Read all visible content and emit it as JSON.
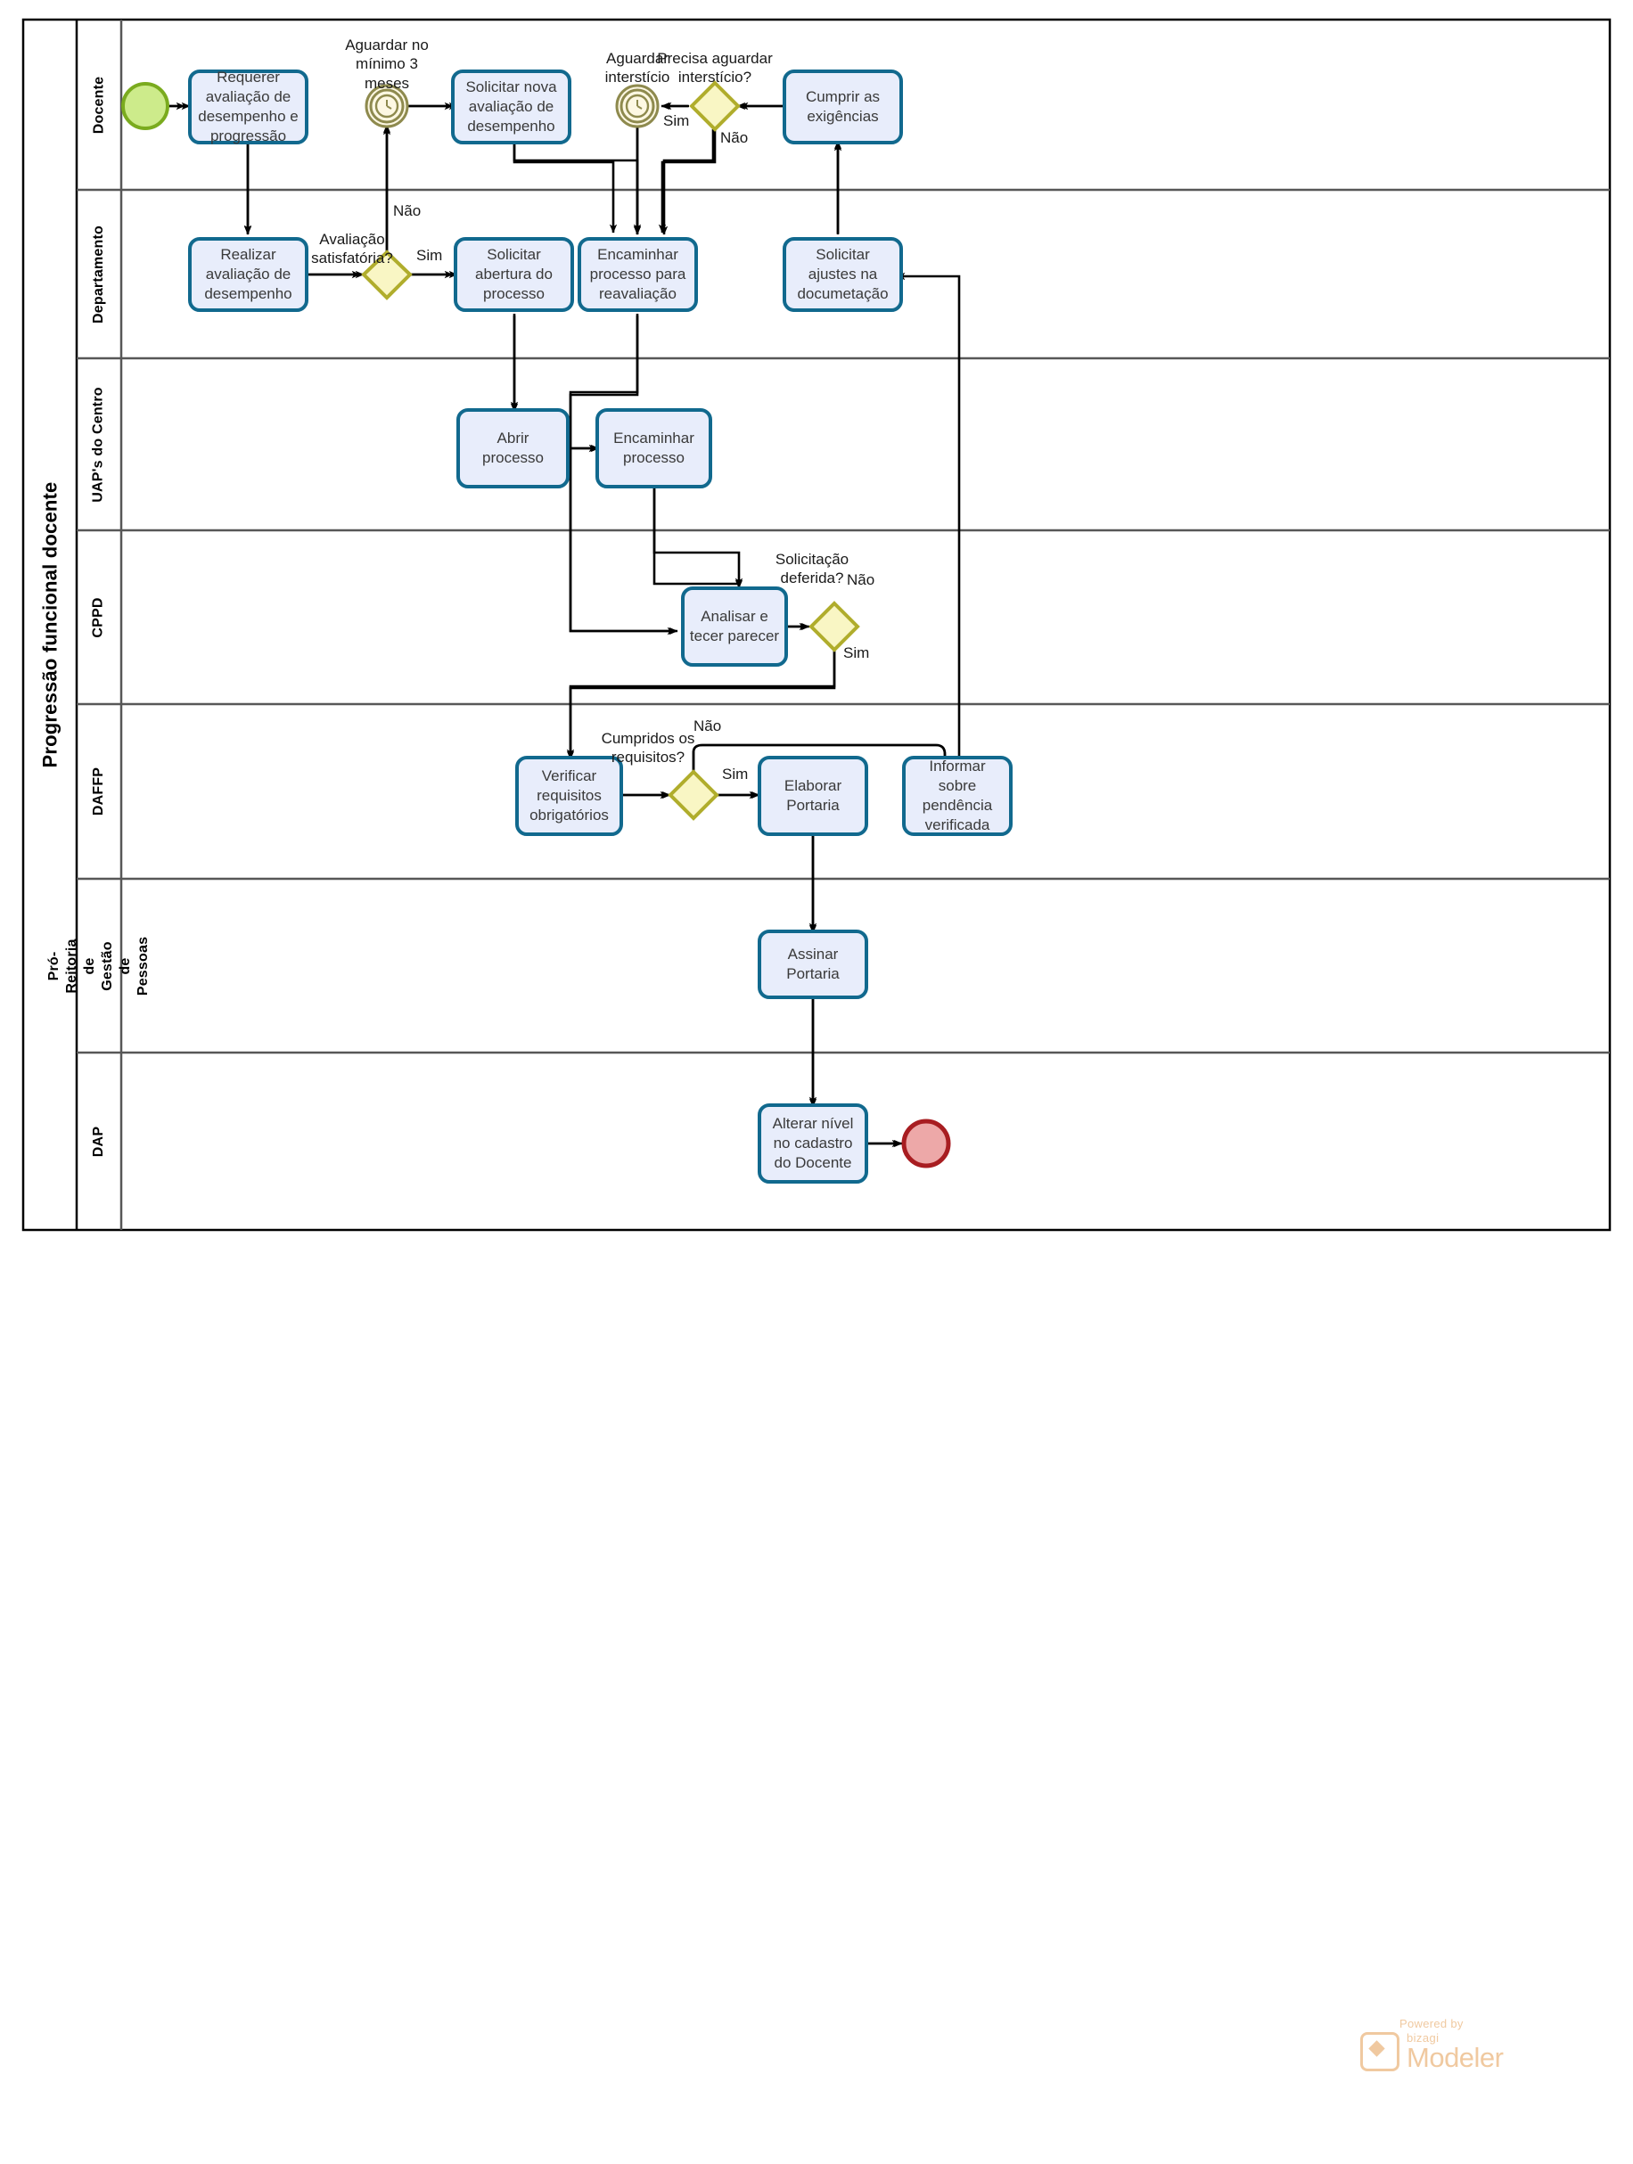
{
  "pool": {
    "title": "Progressão funcional docente"
  },
  "lanes": [
    {
      "id": "docente",
      "label": "Docente"
    },
    {
      "id": "departamento",
      "label": "Departamento"
    },
    {
      "id": "uaps",
      "label": "UAP's do Centro"
    },
    {
      "id": "cppd",
      "label": "CPPD"
    },
    {
      "id": "daffp",
      "label": "DAFFP"
    },
    {
      "id": "prgp",
      "label": "Pró-Reitoria de Gestão de Pessoas"
    },
    {
      "id": "dap",
      "label": "DAP"
    }
  ],
  "events": [
    {
      "id": "start",
      "type": "start-event",
      "lane": "docente",
      "label": ""
    },
    {
      "id": "timer1",
      "type": "timer-event",
      "lane": "docente",
      "label": "Aguardar no mínimo 3 meses"
    },
    {
      "id": "timer2",
      "type": "timer-event",
      "lane": "docente",
      "label": "Aguardar interstício"
    },
    {
      "id": "end",
      "type": "end-event",
      "lane": "dap",
      "label": ""
    }
  ],
  "tasks": [
    {
      "id": "t1",
      "lane": "docente",
      "label": "Requerer avaliação de desempenho e progressão"
    },
    {
      "id": "t2",
      "lane": "docente",
      "label": "Solicitar nova avaliação de desempenho"
    },
    {
      "id": "t3",
      "lane": "docente",
      "label": "Cumprir as exigências"
    },
    {
      "id": "t4",
      "lane": "departamento",
      "label": "Realizar avaliação de desempenho"
    },
    {
      "id": "t5",
      "lane": "departamento",
      "label": "Solicitar abertura do processo"
    },
    {
      "id": "t6",
      "lane": "departamento",
      "label": "Encaminhar processo para reavaliação"
    },
    {
      "id": "t7",
      "lane": "departamento",
      "label": "Solicitar ajustes na documetação"
    },
    {
      "id": "t8",
      "lane": "uaps",
      "label": "Abrir processo"
    },
    {
      "id": "t9",
      "lane": "uaps",
      "label": "Encaminhar processo"
    },
    {
      "id": "t10",
      "lane": "cppd",
      "label": "Analisar e tecer parecer"
    },
    {
      "id": "t11",
      "lane": "daffp",
      "label": "Verificar requisitos obrigatórios"
    },
    {
      "id": "t12",
      "lane": "daffp",
      "label": "Elaborar Portaria"
    },
    {
      "id": "t13",
      "lane": "daffp",
      "label": "Informar sobre pendência verificada"
    },
    {
      "id": "t14",
      "lane": "prgp",
      "label": "Assinar Portaria"
    },
    {
      "id": "t15",
      "lane": "dap",
      "label": "Alterar nível no cadastro do Docente"
    }
  ],
  "gateways": [
    {
      "id": "g1",
      "lane": "docente",
      "label": "Precisa aguardar interstício?"
    },
    {
      "id": "g2",
      "lane": "departamento",
      "label": "Avaliação satisfatória?"
    },
    {
      "id": "g3",
      "lane": "cppd",
      "label": "Solicitação deferida?"
    },
    {
      "id": "g4",
      "lane": "daffp",
      "label": "Cumpridos os requisitos?"
    }
  ],
  "flow_labels": {
    "g1_sim": "Sim",
    "g1_nao": "Não",
    "g2_sim": "Sim",
    "g2_nao": "Não",
    "g3_sim": "Sim",
    "g3_nao": "Não",
    "g4_sim": "Sim",
    "g4_nao": "Não"
  },
  "branding": {
    "powered_by": "Powered by",
    "bizagi": "bizagi",
    "modeler": "Modeler"
  },
  "colors": {
    "task_fill": "#e8edfb",
    "task_stroke": "#11698e",
    "gateway_fill": "#f9f6c4",
    "gateway_stroke": "#b0ad2c",
    "start_fill": "#cdeb8b",
    "start_stroke": "#7aab1e",
    "end_fill": "#eda8a8",
    "end_stroke": "#a81d21",
    "timer_fill": "#fdf8e3",
    "timer_stroke": "#8e8a4e",
    "lane_border": "#575757",
    "pool_border": "#000000",
    "connector": "#000000",
    "brand": "#f0c9a0"
  }
}
